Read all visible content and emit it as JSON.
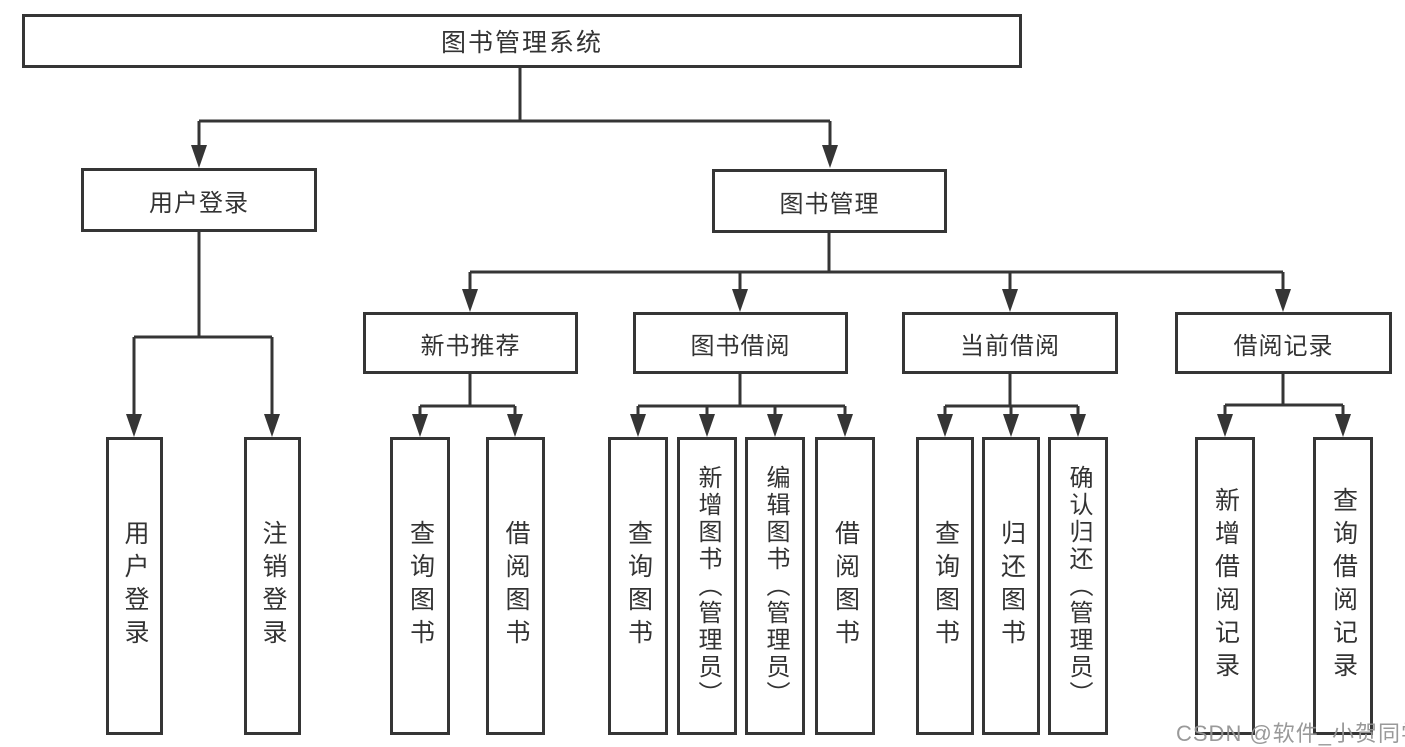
{
  "root": {
    "label": "图书管理系统"
  },
  "user_login": {
    "label": "用户登录",
    "children": [
      {
        "label": "用户登录"
      },
      {
        "label": "注销登录"
      }
    ]
  },
  "book_management": {
    "label": "图书管理",
    "children": [
      {
        "label": "新书推荐",
        "children": [
          {
            "label": "查询图书"
          },
          {
            "label": "借阅图书"
          }
        ]
      },
      {
        "label": "图书借阅",
        "children": [
          {
            "label": "查询图书"
          },
          {
            "label": "新增图书（管理员）"
          },
          {
            "label": "编辑图书（管理员）"
          },
          {
            "label": "借阅图书"
          }
        ]
      },
      {
        "label": "当前借阅",
        "children": [
          {
            "label": "查询图书"
          },
          {
            "label": "归还图书"
          },
          {
            "label": "确认归还（管理员）"
          }
        ]
      },
      {
        "label": "借阅记录",
        "children": [
          {
            "label": "新增借阅记录"
          },
          {
            "label": "查询借阅记录"
          }
        ]
      }
    ]
  },
  "watermark": {
    "text": "CSDN @软件_小贺同学"
  },
  "colors": {
    "line": "#353535",
    "text": "#333333",
    "watermark": "#949494",
    "background": "#ffffff"
  }
}
